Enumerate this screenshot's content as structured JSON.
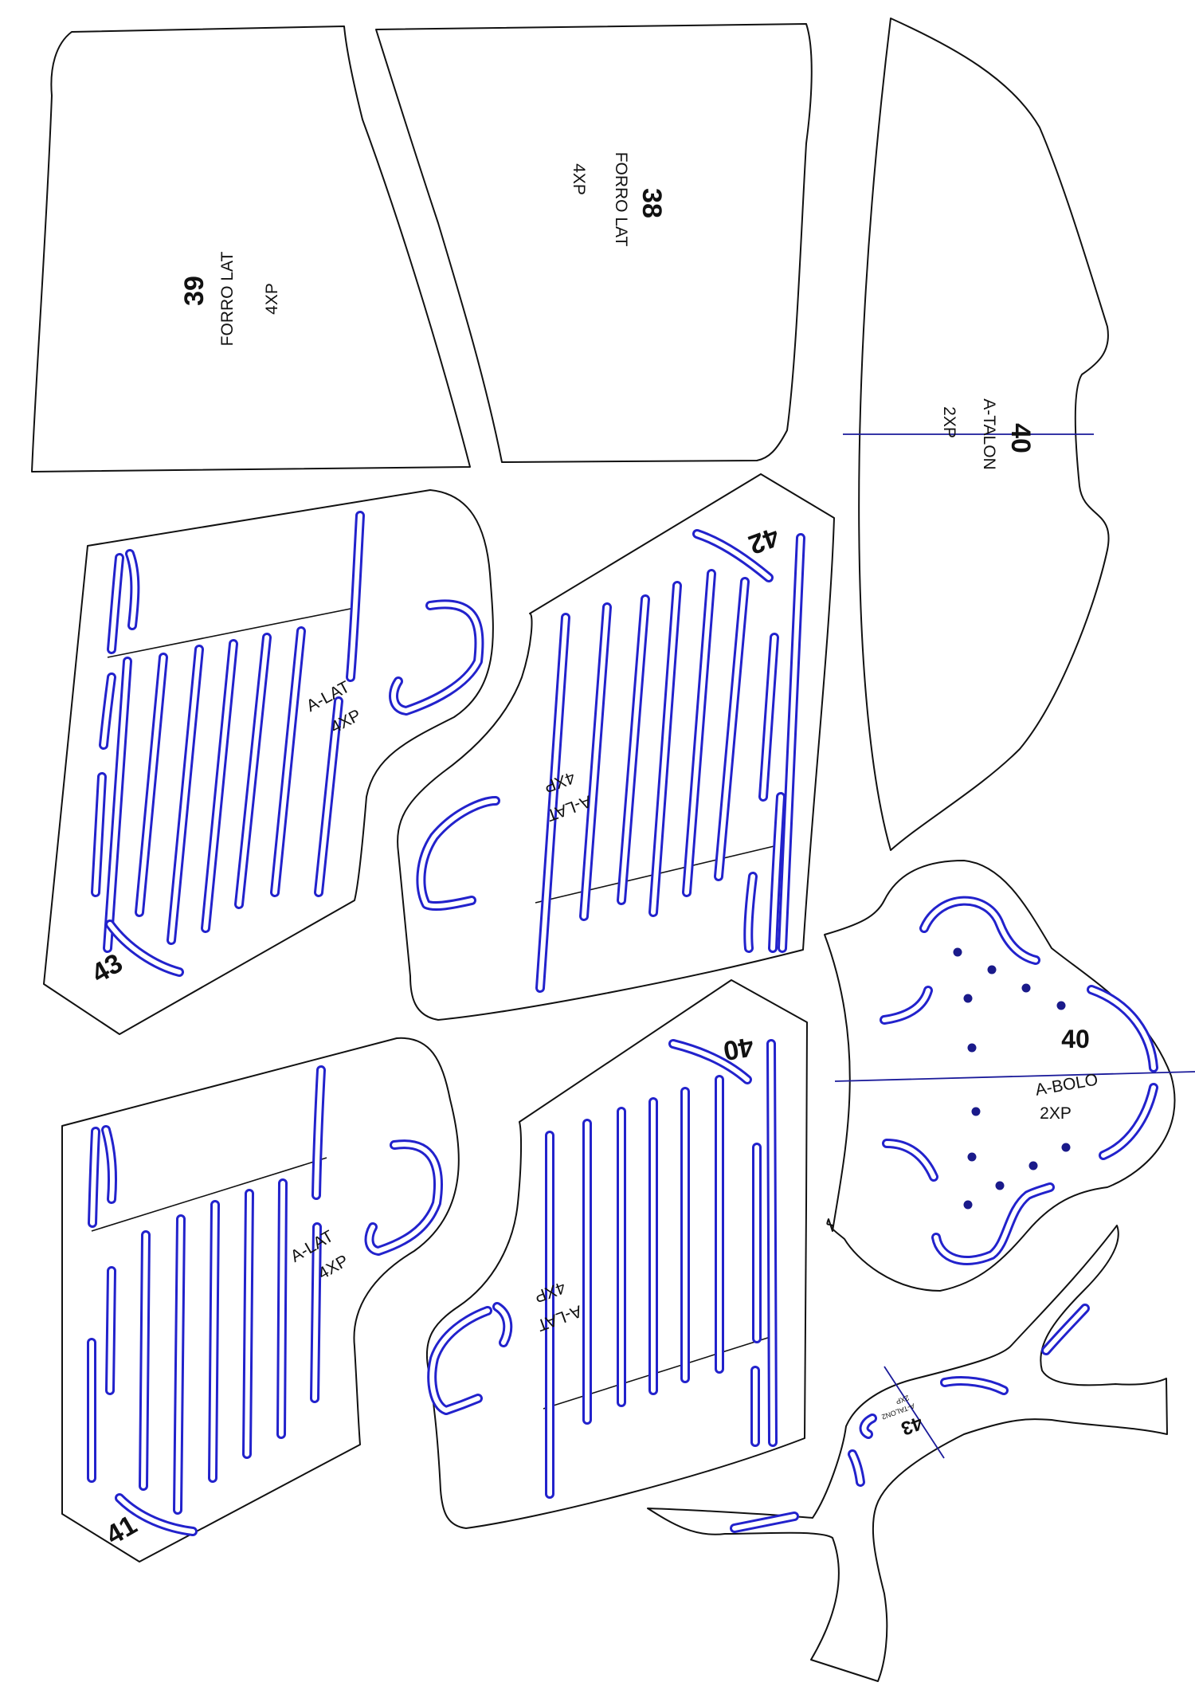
{
  "pieces": [
    {
      "id": "piece-39",
      "number": "39",
      "name": "FORRO LAT",
      "qty": "4XP"
    },
    {
      "id": "piece-38",
      "number": "38",
      "name": "FORRO LAT",
      "qty": "4XP"
    },
    {
      "id": "piece-40-talon",
      "number": "40",
      "name": "A-TALON",
      "qty": "2XP"
    },
    {
      "id": "piece-43-lat",
      "number": "43",
      "name": "A-LAT",
      "qty": "4XP"
    },
    {
      "id": "piece-42-lat",
      "number": "42",
      "name": "A-LAT",
      "qty": "4XP"
    },
    {
      "id": "piece-40-bolo",
      "number": "40",
      "name": "A-BOLO",
      "qty": "2XP"
    },
    {
      "id": "piece-41-lat",
      "number": "41",
      "name": "A-LAT",
      "qty": "4XP"
    },
    {
      "id": "piece-40-lat",
      "number": "40",
      "name": "A-LAT",
      "qty": "4XP"
    },
    {
      "id": "piece-43-talon2",
      "number": "43",
      "name": "A-TALON2",
      "qty": "2XP"
    }
  ],
  "colors": {
    "outline": "#111111",
    "slot": "#2222cc",
    "axis": "#1a1a9a",
    "dot": "#1a1a8a",
    "background": "#ffffff"
  }
}
